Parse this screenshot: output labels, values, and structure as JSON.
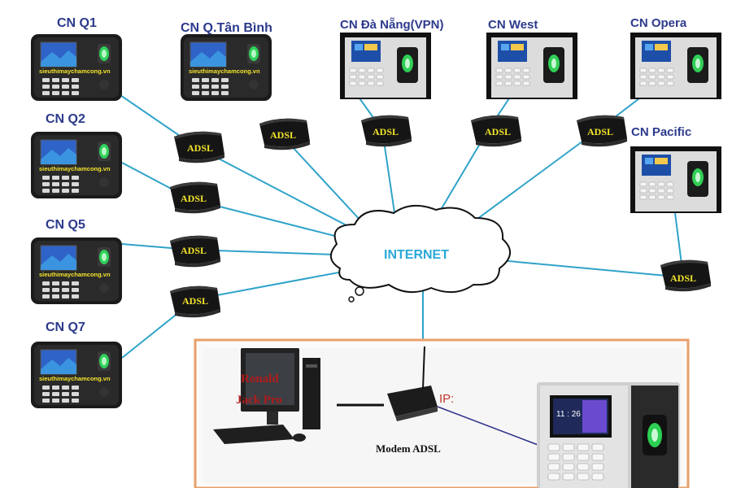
{
  "branches": {
    "q1": "CN Q1",
    "tanbinh": "CN Q.Tân Bình",
    "danang": "CN Đà Nẵng(VPN)",
    "west": "CN West",
    "opera": "CN Opera",
    "q2": "CN Q2",
    "pacific": "CN Pacific",
    "q5": "CN Q5",
    "q7": "CN Q7"
  },
  "router_label": "ADSL",
  "internet_label": "INTERNET",
  "device_brand": "sieuthimaychamcong.vn",
  "office": {
    "pc_overlay_line1": "Ronald",
    "pc_overlay_line2": "Jack Pro",
    "modem_label": "Modem ADSL",
    "ip_label": "IP:",
    "screen_time": "11 : 26"
  },
  "colors": {
    "label_blue": "#2c3a8c",
    "link_cyan": "#2fa3c9",
    "office_border": "#e8a06a",
    "router_text": "#f2e32a"
  }
}
